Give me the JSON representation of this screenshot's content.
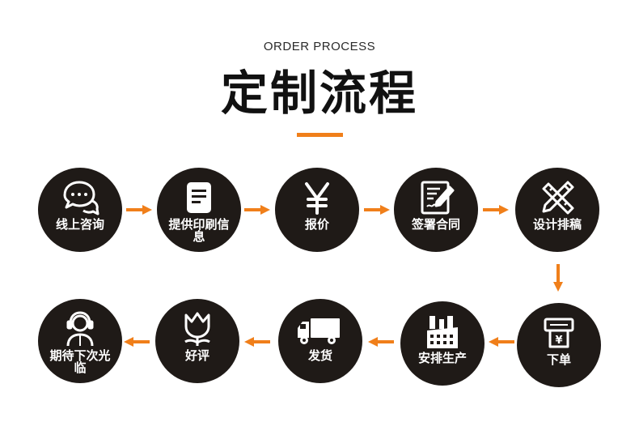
{
  "header": {
    "subtitle": "ORDER PROCESS",
    "title": "定制流程"
  },
  "accent_color": "#f07f1a",
  "circle_color": "#1f1a17",
  "steps": [
    {
      "label": "线上咨询",
      "icon": "chat-bubbles-icon"
    },
    {
      "label": "提供印刷信息",
      "icon": "document-icon"
    },
    {
      "label": "报价",
      "icon": "yen-icon"
    },
    {
      "label": "签署合同",
      "icon": "contract-sign-icon"
    },
    {
      "label": "设计排稿",
      "icon": "ruler-pencil-icon"
    },
    {
      "label": "下单",
      "icon": "payment-machine-icon"
    },
    {
      "label": "安排生产",
      "icon": "factory-icon"
    },
    {
      "label": "发货",
      "icon": "truck-icon"
    },
    {
      "label": "好评",
      "icon": "tulip-icon"
    },
    {
      "label": "期待下次光临",
      "icon": "customer-service-icon"
    }
  ]
}
